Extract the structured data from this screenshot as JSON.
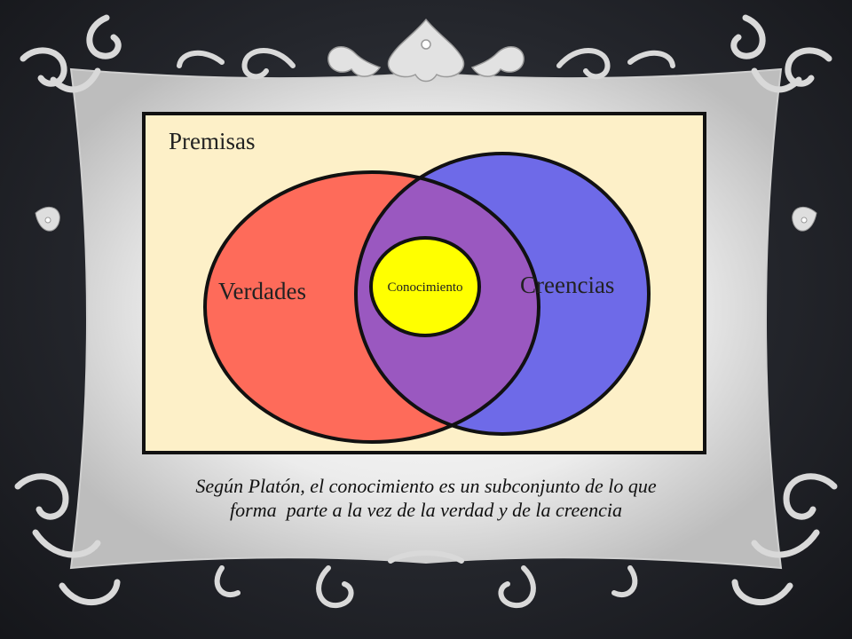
{
  "diagram": {
    "frame_label": "Premisas",
    "sets": [
      {
        "label": "Verdades",
        "color": "#fe6b5a"
      },
      {
        "label": "Creencias",
        "color": "#6e6ae8"
      }
    ],
    "intersection_color": "#9a58c0",
    "subset": {
      "label": "Conocimiento",
      "color": "#ffff00"
    }
  },
  "caption": {
    "line1": "Según Platón, el conocimiento es un subconjunto de lo que",
    "line2": "forma  parte a la vez de la verdad y de la creencia"
  },
  "colors": {
    "frame": "#e4e4e4",
    "background_dark": "#24262c",
    "diagram_bg": "#fdf0c8"
  }
}
